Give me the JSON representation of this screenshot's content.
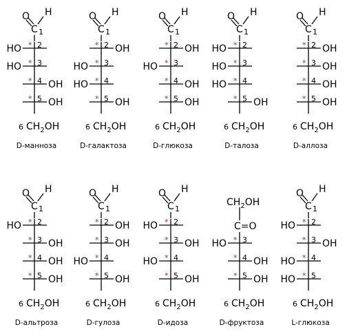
{
  "colors": {
    "chiral_mark": "#c0202a",
    "ink": "#000000",
    "background": "#ffffff"
  },
  "labels": {
    "aldehyde_o": "O",
    "aldehyde_h": "H",
    "c1_atom": "C",
    "c1_number": "1",
    "hydroxyl": "OH",
    "hydroxyl_left": "HO",
    "chiral_mark": "*",
    "c6_number": "6",
    "c6_group": "CH",
    "c6_subscript": "2",
    "c6_tail": "OH",
    "keto_top": "CH",
    "keto_top_subscript": "2",
    "keto_top_tail": "OH",
    "keto_group": "C=O"
  },
  "structures": [
    {
      "name": "D-манноза",
      "type": "aldose",
      "oh": [
        "L",
        "L",
        "R",
        "R"
      ]
    },
    {
      "name": "D-галактоза",
      "type": "aldose",
      "oh": [
        "R",
        "L",
        "L",
        "R"
      ]
    },
    {
      "name": "D-глюкоза",
      "type": "aldose",
      "oh": [
        "R",
        "L",
        "R",
        "R"
      ]
    },
    {
      "name": "D-талоза",
      "type": "aldose",
      "oh": [
        "L",
        "L",
        "L",
        "R"
      ]
    },
    {
      "name": "D-аллоза",
      "type": "aldose",
      "oh": [
        "R",
        "R",
        "R",
        "R"
      ]
    },
    {
      "name": "D-альтроза",
      "type": "aldose",
      "oh": [
        "L",
        "R",
        "R",
        "R"
      ]
    },
    {
      "name": "D-гулоза",
      "type": "aldose",
      "oh": [
        "R",
        "R",
        "L",
        "R"
      ]
    },
    {
      "name": "D-идоза",
      "type": "aldose",
      "oh": [
        "L",
        "R",
        "L",
        "R"
      ]
    },
    {
      "name": "D-фруктоза",
      "type": "ketose",
      "oh": [
        "L",
        "R",
        "R"
      ]
    },
    {
      "name": "L-глюкоза",
      "type": "aldose",
      "oh": [
        "L",
        "R",
        "L",
        "L"
      ]
    }
  ]
}
